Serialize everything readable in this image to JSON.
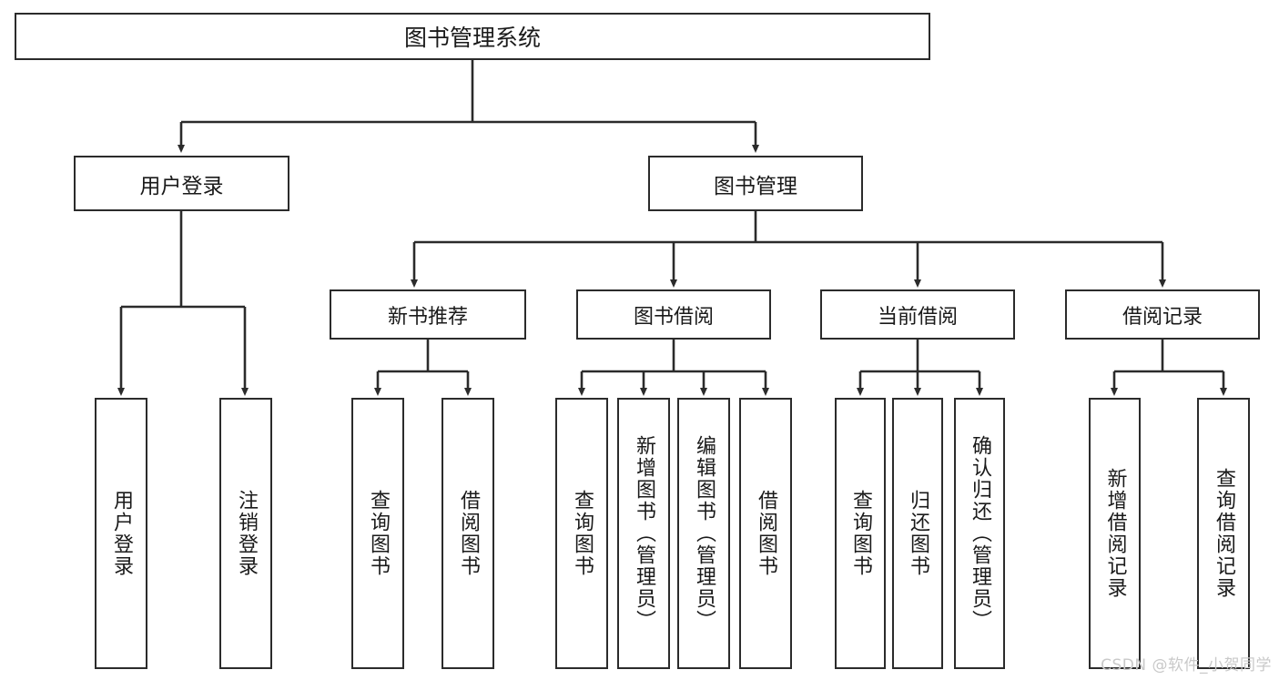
{
  "diagram": {
    "title": "图书管理系统",
    "type": "tree-hierarchy-diagram",
    "colors": {
      "box_border": "#2b2b2b",
      "background": "#ffffff",
      "text": "#1a1a1a",
      "connector": "#333333",
      "watermark": "#c9c9c9"
    },
    "root": {
      "label": "图书管理系统"
    },
    "level2": [
      {
        "label": "用户登录"
      },
      {
        "label": "图书管理"
      }
    ],
    "level3": [
      {
        "label": "新书推荐"
      },
      {
        "label": "图书借阅"
      },
      {
        "label": "当前借阅"
      },
      {
        "label": "借阅记录"
      }
    ],
    "leaves": {
      "user_login": [
        {
          "label": "用户登录"
        },
        {
          "label": "注销登录"
        }
      ],
      "new_book_recommend": [
        {
          "label": "查询图书"
        },
        {
          "label": "借阅图书"
        }
      ],
      "book_borrow": [
        {
          "label": "查询图书"
        },
        {
          "label": "新增图书（管理员）"
        },
        {
          "label": "编辑图书（管理员）"
        },
        {
          "label": "借阅图书"
        }
      ],
      "current_borrow": [
        {
          "label": "查询图书"
        },
        {
          "label": "归还图书"
        },
        {
          "label": "确认归还（管理员）"
        }
      ],
      "borrow_record": [
        {
          "label": "新增借阅记录"
        },
        {
          "label": "查询借阅记录"
        }
      ]
    }
  },
  "watermark": {
    "text": "CSDN @软件_小贺同学"
  }
}
